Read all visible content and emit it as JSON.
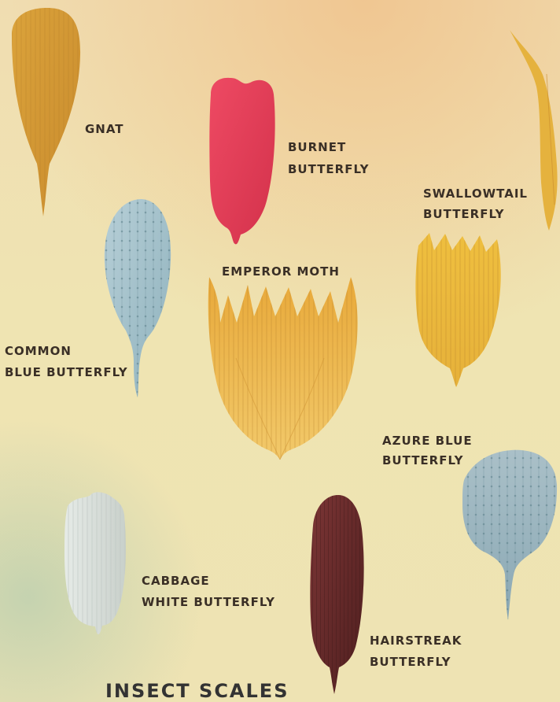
{
  "labels": {
    "gnat": "GNAT",
    "burnet_1": "BURNET",
    "burnet_2": "BUTTERFLY",
    "swallowtail_1": "SWALLOWTAIL",
    "swallowtail_2": "BUTTERFLY",
    "emperor": "EMPEROR MOTH",
    "common_blue_1": "COMMON",
    "common_blue_2": "BLUE BUTTERFLY",
    "azure_1": "AZURE BLUE",
    "azure_2": "BUTTERFLY",
    "cabbage_1": "CABBAGE",
    "cabbage_2": "WHITE BUTTERFLY",
    "hairstreak_1": "HAIRSTREAK",
    "hairstreak_2": "BUTTERFLY"
  },
  "caption": "INSECT SCALES",
  "colors": {
    "gnat": "#d9a33b",
    "burnet": "#e03a54",
    "swallowtail": "#e5b93f",
    "emperor": "#e3b13d",
    "common_blue": "#a7c0c8",
    "azure": "#9eb3bc",
    "cabbage": "#d9ddd8",
    "hairstreak": "#6f2a2a"
  }
}
